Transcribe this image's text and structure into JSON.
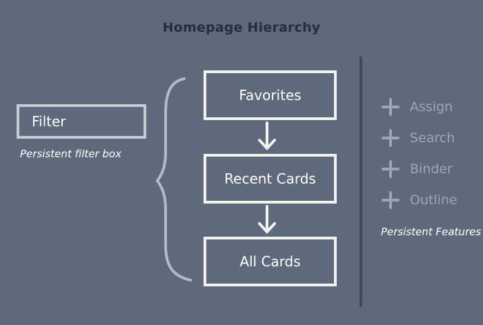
{
  "title": "Homepage Hierarchy",
  "filter": {
    "label": "Filter",
    "note": "Persistent filter box"
  },
  "hierarchy": [
    {
      "label": "Favorites"
    },
    {
      "label": "Recent Cards"
    },
    {
      "label": "All Cards"
    }
  ],
  "features": {
    "items": [
      {
        "label": "Assign",
        "icon": "plus-icon"
      },
      {
        "label": "Search",
        "icon": "plus-icon"
      },
      {
        "label": "Binder",
        "icon": "plus-icon"
      },
      {
        "label": "Outline",
        "icon": "plus-icon"
      }
    ],
    "note": "Persistent Features"
  },
  "colors": {
    "background": "#5e6a7b",
    "title": "#232f3e",
    "chalk": "#f2f3ef",
    "muted": "#9ea6b1"
  }
}
